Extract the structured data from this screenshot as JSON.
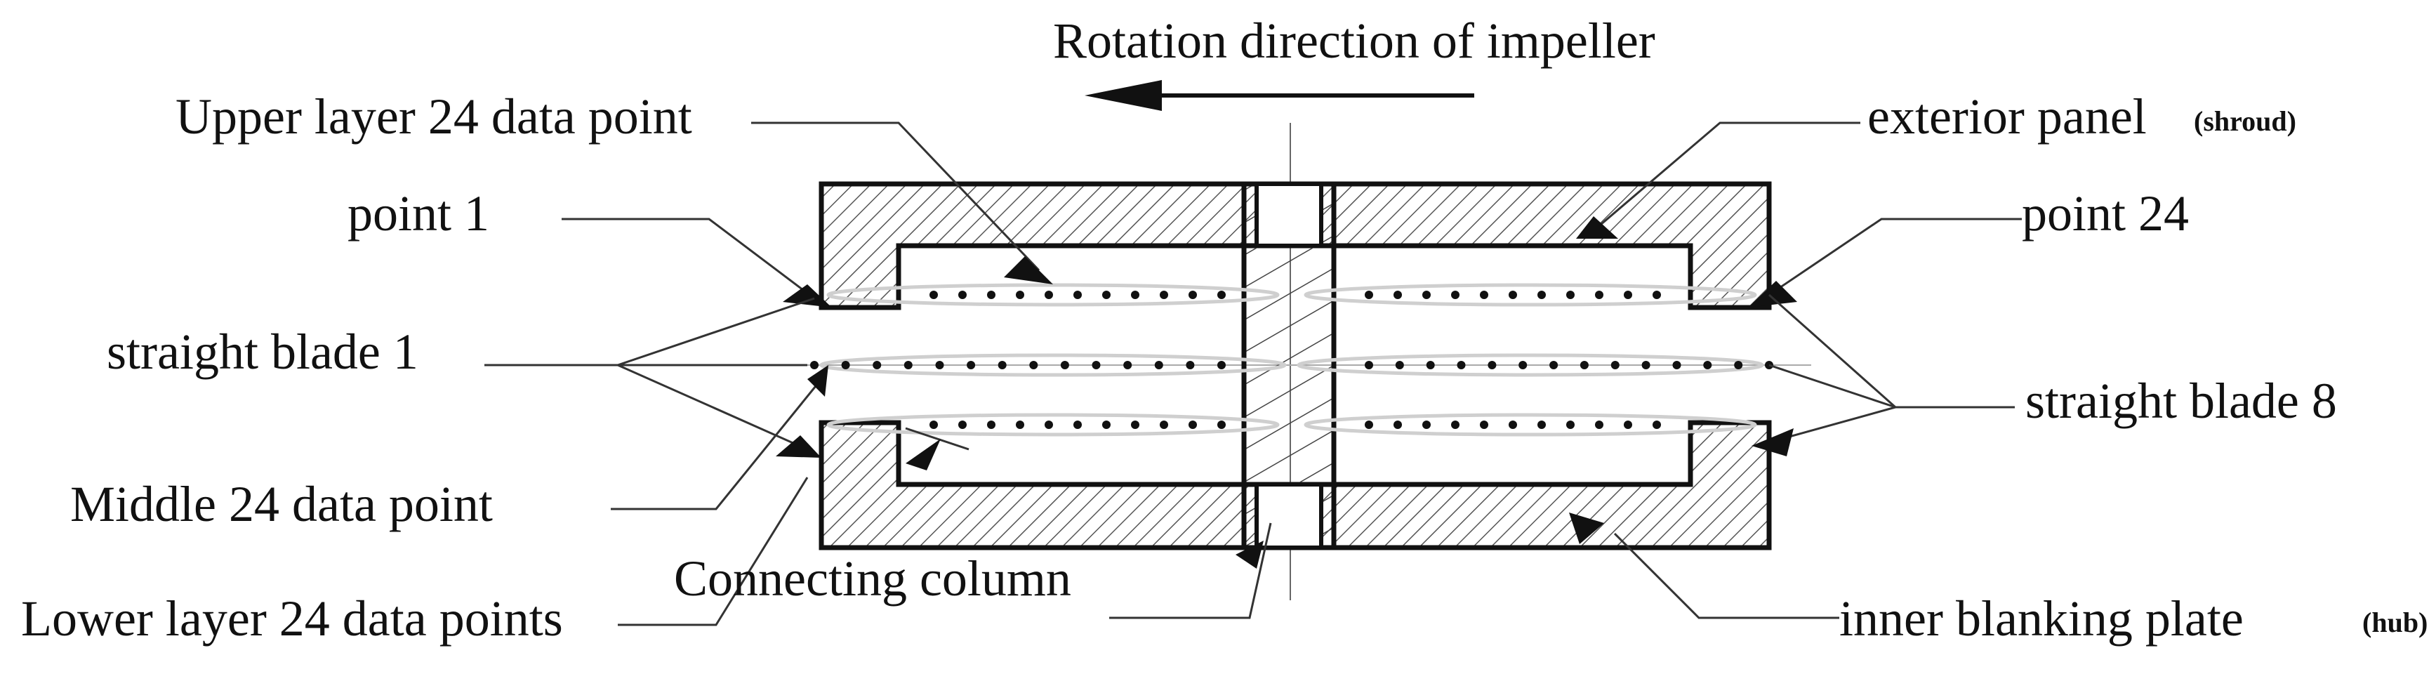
{
  "diagram": {
    "title": "Rotation direction of impeller",
    "labels": {
      "upper_layer": "Upper layer 24 data point",
      "exterior_panel": "exterior panel",
      "exterior_panel_note": "(shroud)",
      "point_1": "point 1",
      "point_24": "point 24",
      "straight_blade_1": "straight blade 1",
      "straight_blade_8": "straight blade 8",
      "middle_layer": "Middle 24 data point",
      "connecting_column": "Connecting column",
      "lower_layer": "Lower layer 24 data points",
      "inner_plate": "inner blanking plate",
      "inner_plate_note": "(hub)"
    },
    "colors": {
      "line": "#111111",
      "leader": "#333333",
      "hatch": "#555555"
    }
  }
}
